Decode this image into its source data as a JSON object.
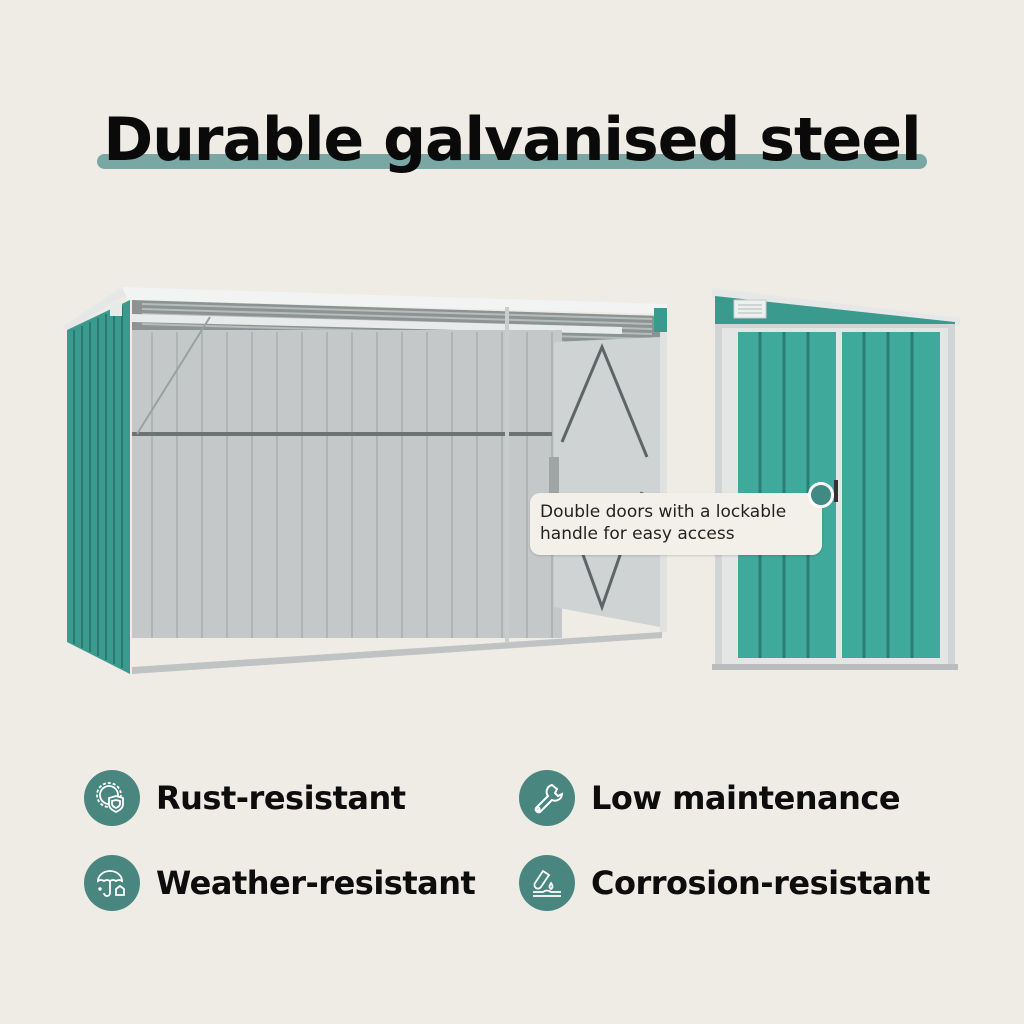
{
  "header": {
    "title": "Durable galvanised steel",
    "underline_color": "#7aa7a3"
  },
  "images": {
    "left": "open-front wall shed (green side panels, grey interior)",
    "right": "closed shed front view with double green doors"
  },
  "callout": {
    "text_line1": "Double doors with a lockable",
    "text_line2": "handle for easy access"
  },
  "features": [
    {
      "label": "Rust-resistant",
      "icon": "gear-shield-icon"
    },
    {
      "label": "Low maintenance",
      "icon": "wrench-icon"
    },
    {
      "label": "Weather-resistant",
      "icon": "umbrella-house-icon"
    },
    {
      "label": "Corrosion-resistant",
      "icon": "test-tube-drop-icon"
    }
  ],
  "colors": {
    "background": "#efebe5",
    "accent_teal": "#4a8680",
    "shed_green": "#3f9e92",
    "text": "#0d0d0d"
  }
}
